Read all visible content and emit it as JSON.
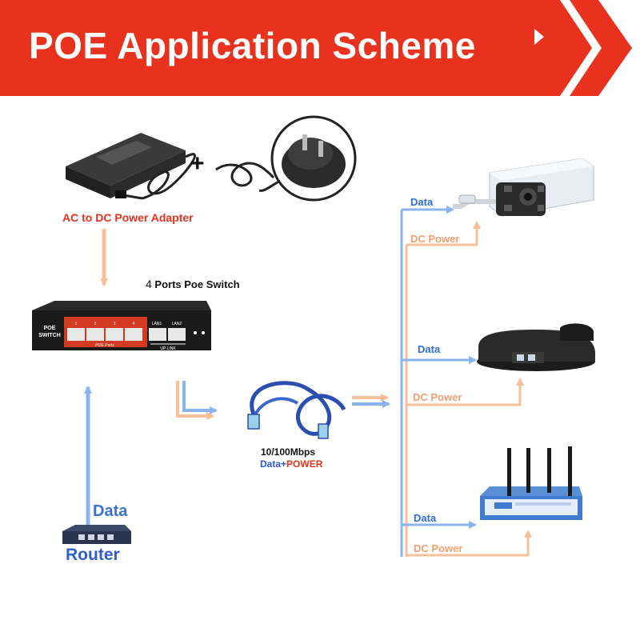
{
  "banner": {
    "title": "POE Application Scheme"
  },
  "labels": {
    "adapter": "AC to DC Power Adapter",
    "plus": "+",
    "switch": "Ports Poe Switch",
    "switch_count": "4",
    "cable_speed": "10/100Mbps",
    "cable_data": "Data+",
    "cable_power": "POWER",
    "router_data": "Data",
    "router": "Router"
  },
  "switch_panel": {
    "brand_line1": "POE",
    "brand_line2": "SWITCH",
    "port_numbers": [
      "1",
      "2",
      "3",
      "4"
    ],
    "poe_ports_label": "POE Ports",
    "lan1": "LAN1",
    "lan2": "LAN2",
    "uplink_label": "UP LINK"
  },
  "devices": [
    {
      "data_label": "Data",
      "power_label": "DC Power"
    },
    {
      "data_label": "Data",
      "power_label": "DC Power"
    },
    {
      "data_label": "Data",
      "power_label": "DC Power"
    }
  ],
  "colors": {
    "banner_red": "#e8321e",
    "data_blue": "#8ab4f0",
    "power_orange": "#f7c09a"
  }
}
